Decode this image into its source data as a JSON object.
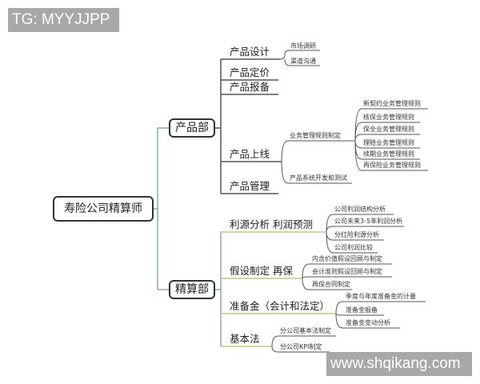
{
  "watermarks": {
    "top": "TG: MYYJJPP",
    "bottom": "www.shqikang.com"
  },
  "colors": {
    "watermark_bg": "#a8a8a8",
    "trunk_line": "#7fb0b0",
    "branch_line": "#555555",
    "accent_line_yellow": "#c8c870",
    "node_border": "#333333"
  },
  "mindmap": {
    "root": "寿险公司精算师",
    "departments": [
      {
        "label": "产品部",
        "topics": [
          {
            "label": "产品设计",
            "children": [
              "市场调研",
              "渠道沟通"
            ]
          },
          {
            "label": "产品定价",
            "children": []
          },
          {
            "label": "产品报备",
            "children": []
          },
          {
            "label": "产品上线",
            "children": [
              {
                "label": "业务管理规则制定",
                "children": [
                  "新契约业务管理规则",
                  "核保业务管理规则",
                  "保全业务管理规则",
                  "理赔业务管理规则",
                  "续期业务管理规则",
                  "再保险业务管理规则"
                ]
              },
              {
                "label": "产品系统开发和测试",
                "children": []
              }
            ]
          },
          {
            "label": "产品管理",
            "children": []
          }
        ]
      },
      {
        "label": "精算部",
        "topics": [
          {
            "label": "利源分析  利润预测",
            "children": [
              "公司利润结构分析",
              "公司未来3-5年利润分析",
              "分红险利源分析",
              "公司利润比较"
            ]
          },
          {
            "label": "假设制定  再保",
            "children": [
              "内含价值假设回顾与制定",
              "会计准则假设回顾与制定",
              "再保合同制定"
            ]
          },
          {
            "label": "准备金（会计和法定）",
            "children": [
              "季度与年度准备金的计量",
              "准备金报备",
              "准备金变动分析"
            ]
          },
          {
            "label": "基本法",
            "children": [
              "分公司基本法制定",
              "分公司KPI制定"
            ]
          }
        ]
      }
    ]
  }
}
